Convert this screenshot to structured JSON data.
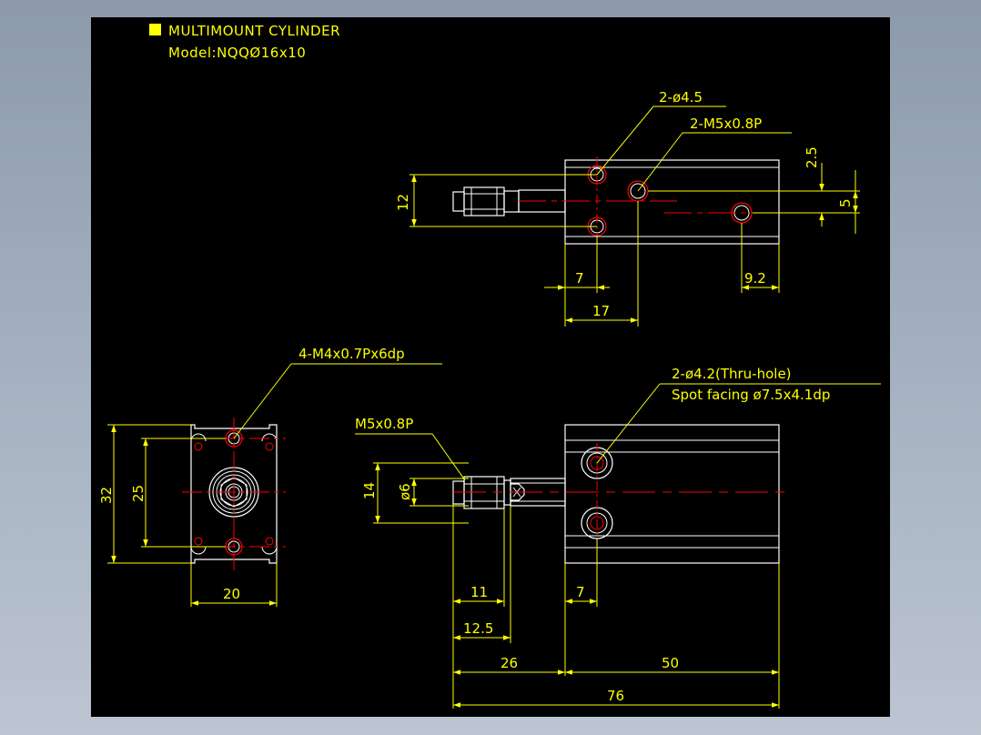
{
  "title": "MULTIMOUNT CYLINDER",
  "model": "Model:NQQØ16x10",
  "colors": {
    "background": "#000000",
    "outline": "#ffffff",
    "dimension": "#ffff00",
    "centerline": "#ff0000",
    "frame_gradient_top": "#8d9aab",
    "frame_gradient_bottom": "#bcc5d1"
  },
  "views": {
    "top": {
      "callouts": {
        "hole_dia": "2-ø4.5",
        "thread": "2-M5x0.8P"
      },
      "dims": {
        "height_12": "12",
        "offset_2_5": "2.5",
        "offset_5": "5",
        "dim_7": "7",
        "dim_17": "17",
        "dim_9_2": "9.2"
      }
    },
    "end": {
      "callout": "4-M4x0.7Px6dp",
      "dims": {
        "height_32": "32",
        "height_25": "25",
        "width_20": "20"
      }
    },
    "side": {
      "callouts": {
        "thru_hole": "2-ø4.2(Thru-hole)",
        "spot_facing": "Spot facing ø7.5x4.1dp",
        "rod_thread": "M5x0.8P"
      },
      "dims": {
        "height_14": "14",
        "dia_6": "ø6",
        "dim_11": "11",
        "dim_12_5": "12.5",
        "dim_7": "7",
        "dim_26": "26",
        "dim_50": "50",
        "dim_76": "76"
      }
    }
  }
}
